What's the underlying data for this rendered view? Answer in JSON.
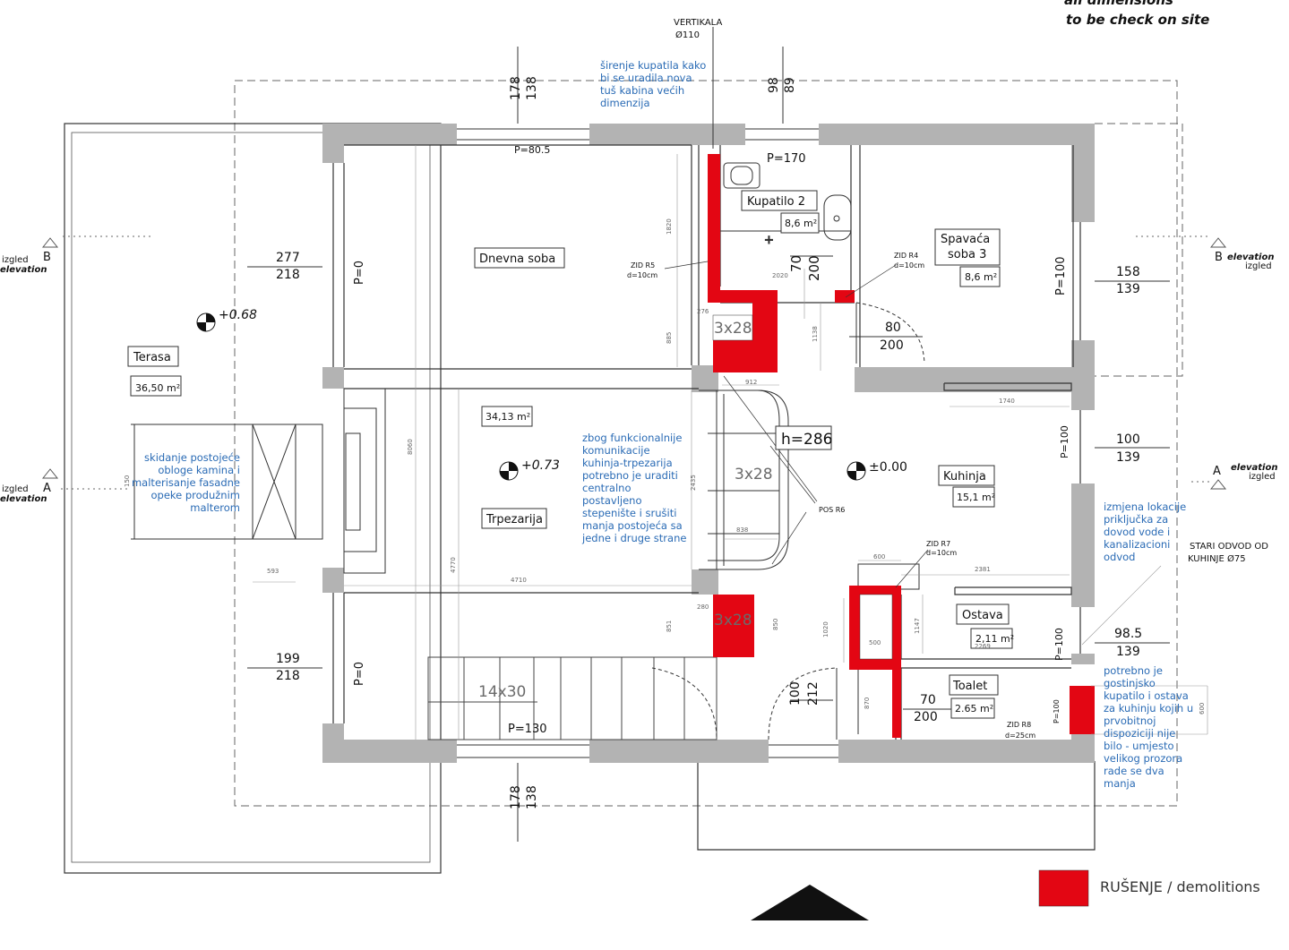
{
  "header": {
    "note_line1": "all dimensions",
    "note_line2": "to be check on site"
  },
  "rooms": [
    {
      "id": "dnevna",
      "name": "Dnevna soba"
    },
    {
      "id": "terasa",
      "name": "Terasa",
      "area": "36,50 m²"
    },
    {
      "id": "trpezarija",
      "name": "Trpezarija",
      "area": "34,13 m²"
    },
    {
      "id": "kupatilo",
      "name": "Kupatilo 2",
      "area": "8,6 m²"
    },
    {
      "id": "spavaca",
      "name_line1": "Spavaća",
      "name_line2": "soba 3",
      "area": "8,6 m²"
    },
    {
      "id": "kuhinja",
      "name": "Kuhinja",
      "area": "15,1 m²"
    },
    {
      "id": "ostava",
      "name": "Ostava",
      "area": "2,11 m²"
    },
    {
      "id": "toalet",
      "name": "Toalet",
      "area": "2.65 m²"
    }
  ],
  "levels": {
    "dnevna": "+0.68",
    "trpezarija": "+0.73",
    "kuhinja": "±0.00"
  },
  "stairs": {
    "main": "14x30",
    "upper": "3x28",
    "middle": "3x28",
    "lower": "3x28",
    "height": "h=286",
    "landing": "P=130"
  },
  "parapets": {
    "top_window": "P=80.5",
    "bath": "P=170",
    "left_upper": "P=0",
    "left_lower": "P=0",
    "right_bed": "P=100",
    "right_kitchen": "P=100",
    "right_ostava": "P=100",
    "right_toilet": "P=100"
  },
  "openings": [
    {
      "id": "top_left",
      "w": "178",
      "h": "138"
    },
    {
      "id": "top_mid",
      "w": "98",
      "h": "89"
    },
    {
      "id": "bottom",
      "w": "178",
      "h": "138"
    },
    {
      "id": "left_upper",
      "w": "277",
      "h": "218"
    },
    {
      "id": "left_lower",
      "w": "199",
      "h": "218"
    },
    {
      "id": "right_bed",
      "w": "158",
      "h": "139"
    },
    {
      "id": "right_kitchen",
      "w": "100",
      "h": "139"
    },
    {
      "id": "right_ostava",
      "w": "98.5",
      "h": "139"
    },
    {
      "id": "door_bath",
      "w": "70",
      "h": "200"
    },
    {
      "id": "door_bed",
      "w": "80",
      "h": "200"
    },
    {
      "id": "door_kitchen",
      "w": "100",
      "h": "212"
    },
    {
      "id": "door_toilet",
      "w": "70",
      "h": "200"
    }
  ],
  "small_dims": [
    "1820",
    "2020",
    "885",
    "276",
    "1138",
    "912",
    "8060",
    "4770",
    "4710",
    "2435",
    "838",
    "593",
    "150",
    "851",
    "280",
    "850",
    "1020",
    "1147",
    "500",
    "870",
    "600",
    "2381",
    "1740",
    "2269",
    "600"
  ],
  "walls": [
    {
      "id": "r5",
      "line1": "ZID R5",
      "line2": "d=10cm"
    },
    {
      "id": "r4",
      "line1": "ZID R4",
      "line2": "d=10cm"
    },
    {
      "id": "r7",
      "line1": "ZID R7",
      "line2": "d=10cm"
    },
    {
      "id": "r8",
      "line1": "ZID R8",
      "line2": "d=25cm"
    }
  ],
  "pos": "POS R6",
  "vertikala": {
    "line1": "VERTIKALA",
    "line2": "Ø110"
  },
  "stari_odvod": {
    "line1": "STARI ODVOD OD",
    "line2": "KUHINJE Ø75"
  },
  "elevations": {
    "left_b": {
      "letter": "B",
      "w1": "izgled",
      "w2": "elevation"
    },
    "left_a": {
      "letter": "A",
      "w1": "izgled",
      "w2": "elevation"
    },
    "right_b": {
      "letter": "B",
      "w1": "elevation",
      "w2": "izgled"
    },
    "right_a": {
      "letter": "A",
      "w1": "elevation",
      "w2": "izgled"
    }
  },
  "notes": {
    "kupatilo": [
      "širenje kupatila kako",
      "bi se uradila nova",
      "tuš kabina većih",
      "dimenzija"
    ],
    "kamin": [
      "skidanje postojeće",
      "obloge kamina i",
      "malterisanje fasadne",
      "opeke produžnim",
      "malterom"
    ],
    "stepenice": [
      "zbog funkcionalnije",
      "komunikacije",
      "kuhinja-trpezarija",
      "potrebno je uraditi",
      "centralno",
      "postavljeno",
      "stepenište i srušiti",
      "manja postojeća sa",
      "jedne i druge strane"
    ],
    "lokacija": [
      "izmjena lokacije",
      "priključka za",
      "dovod vode i",
      "kanalizacioni",
      "odvod"
    ],
    "gostinjsko": [
      "potrebno je",
      "gostinjsko",
      "kupatilo i ostava",
      "za kuhinju kojih u",
      "prvobitnoj",
      "dispoziciji nije",
      "bilo - umjesto",
      "velikog prozora",
      "rade se dva",
      "manja"
    ]
  },
  "legend": {
    "label": "RUŠENJE / demolitions",
    "color": "#e30613"
  },
  "colors": {
    "wall": "#b3b3b3",
    "demolition": "#e30613",
    "note": "#2a6bb5"
  }
}
